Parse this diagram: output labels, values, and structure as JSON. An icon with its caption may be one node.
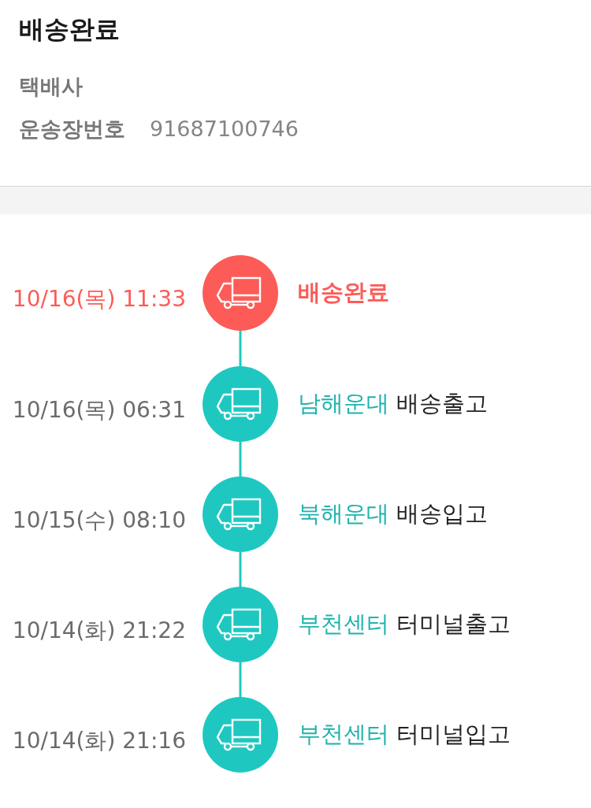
{
  "diagram": {
    "title": "배송완료",
    "nodes": [
      {
        "text": [],
        "shape": "circle",
        "beside": [
          "10/16(목) 11:33",
          "배송완료"
        ]
      },
      {
        "text": [],
        "shape": "circle",
        "beside": [
          "10/16(목) 06:31",
          "남해운대",
          "배송출고"
        ]
      },
      {
        "text": [],
        "shape": "circle",
        "beside": [
          "10/15(수) 08:10",
          "북해운대",
          "배송입고"
        ]
      },
      {
        "text": [],
        "shape": "circle",
        "beside": [
          "10/14(화) 21:22",
          "부천센터",
          "터미널출고"
        ]
      },
      {
        "text": [],
        "shape": "circle",
        "beside": [
          "10/14(화) 21:16",
          "부천센터",
          "터미널입고"
        ]
      }
    ],
    "edges": [
      {
        "from": 0,
        "to": 1,
        "arrow": "none"
      },
      {
        "from": 1,
        "to": 2,
        "arrow": "none"
      },
      {
        "from": 2,
        "to": 3,
        "arrow": "none"
      },
      {
        "from": 3,
        "to": 4,
        "arrow": "none"
      }
    ],
    "labels": [
      "택배사",
      "운송장번호",
      "91687100746"
    ]
  }
}
